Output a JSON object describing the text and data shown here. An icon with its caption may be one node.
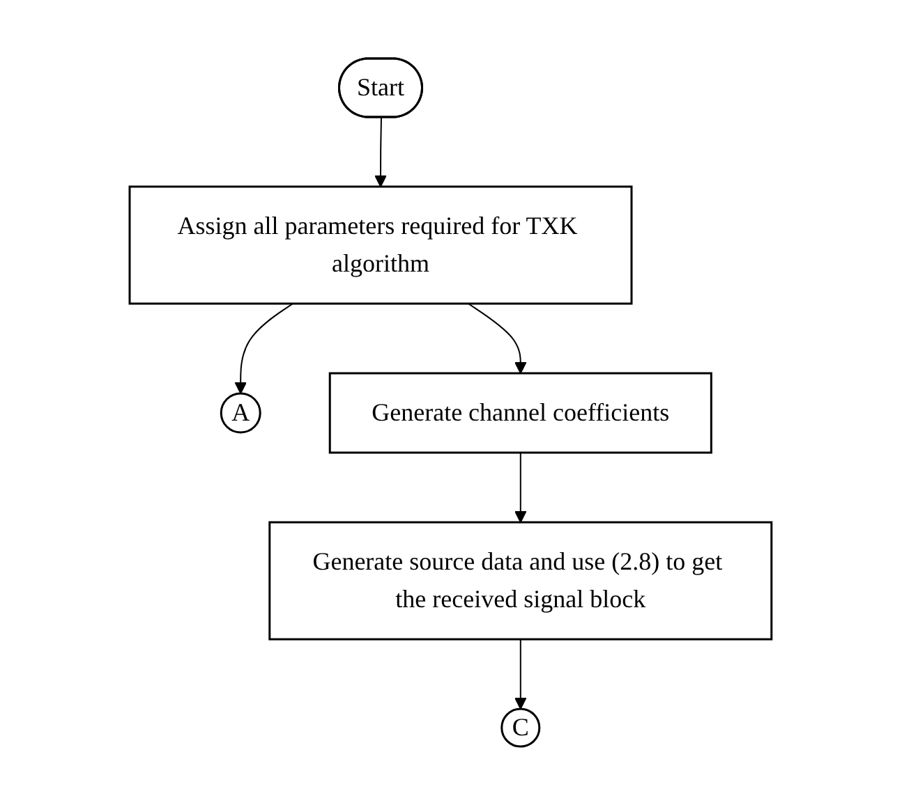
{
  "diagram": {
    "nodes": [
      {
        "text": [
          "Start"
        ]
      },
      {
        "text": [
          "Assign all parameters required for TXK algorithm"
        ]
      },
      {
        "text": [
          "A"
        ]
      },
      {
        "text": [
          "Generate channel coefficients"
        ]
      },
      {
        "text": [
          "Generate source data and use (2.8) to get the received signal block"
        ]
      },
      {
        "text": [
          "C"
        ]
      }
    ],
    "edges": [
      {
        "from": 0,
        "to": 1,
        "arrow": "to"
      },
      {
        "from": 1,
        "to": 3,
        "arrow": "to"
      },
      {
        "from": 1,
        "to": 2,
        "arrow": "to"
      },
      {
        "from": 3,
        "to": 4,
        "arrow": "to"
      },
      {
        "from": 4,
        "to": 5,
        "arrow": "to"
      }
    ]
  }
}
